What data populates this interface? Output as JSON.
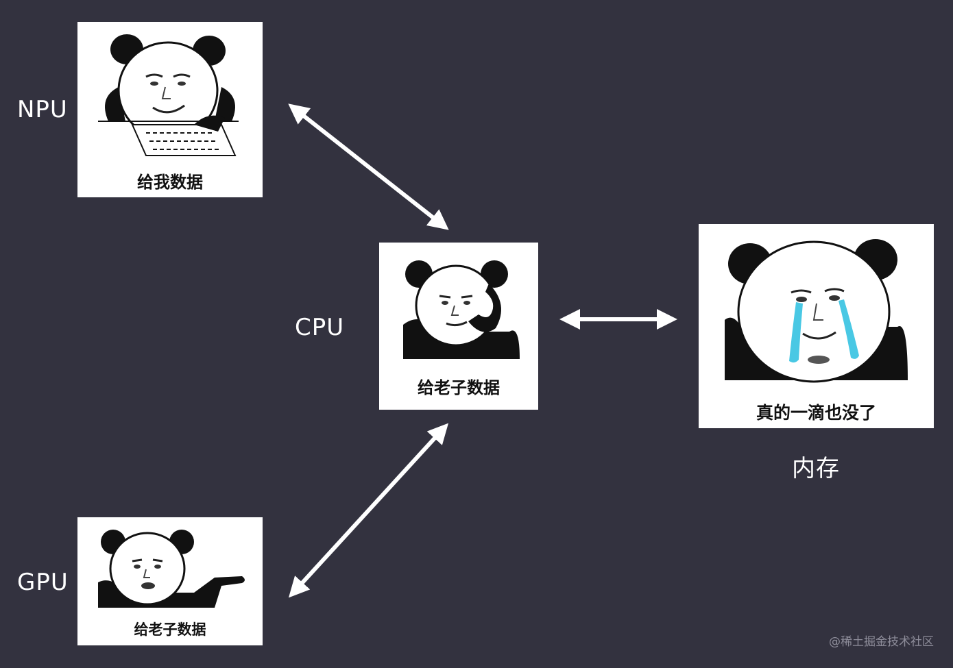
{
  "colors": {
    "background": "#33323f",
    "card": "#ffffff",
    "arrow": "#ffffff",
    "tear": "#49c8e4"
  },
  "nodes": {
    "npu": {
      "label": "NPU",
      "caption": "给我数据"
    },
    "cpu": {
      "label": "CPU",
      "caption": "给老子数据"
    },
    "gpu": {
      "label": "GPU",
      "caption": "给老子数据"
    },
    "memory": {
      "label": "内存",
      "caption": "真的一滴也没了"
    }
  },
  "edges": [
    {
      "from": "npu",
      "to": "cpu",
      "direction": "bidirectional"
    },
    {
      "from": "gpu",
      "to": "cpu",
      "direction": "bidirectional"
    },
    {
      "from": "cpu",
      "to": "memory",
      "direction": "bidirectional"
    }
  ],
  "watermark": "@稀土掘金技术社区"
}
